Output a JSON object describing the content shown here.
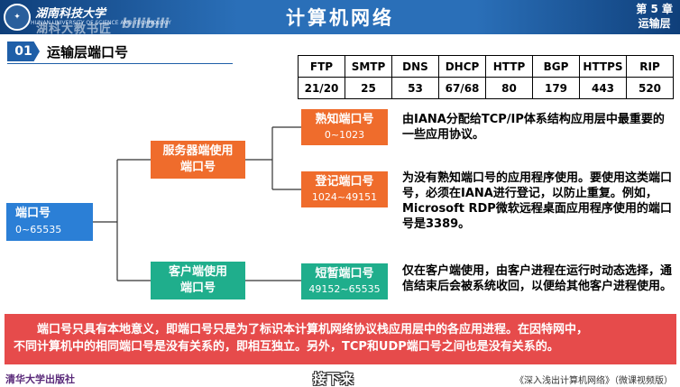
{
  "header": {
    "university": "湖南科技大学",
    "university_sub": "HUNAN UNIVERSITY OF SCIENCE AND TECHNOLOGY",
    "watermark": "湖科大教书匠",
    "bilibili": "bilibili",
    "title": "计算机网络",
    "chapter": "第 5 章",
    "chapter_name": "运输层"
  },
  "section": {
    "number": "01",
    "title": "运输层端口号"
  },
  "ports_table": {
    "protocols": [
      "FTP",
      "SMTP",
      "DNS",
      "DHCP",
      "HTTP",
      "BGP",
      "HTTPS",
      "RIP"
    ],
    "ports": [
      "21/20",
      "25",
      "53",
      "67/68",
      "80",
      "179",
      "443",
      "520"
    ]
  },
  "tree": {
    "root": {
      "label": "端口号",
      "range": "0~65535"
    },
    "server": {
      "label_line1": "服务器端使用",
      "label_line2": "端口号"
    },
    "client": {
      "label_line1": "客户端使用",
      "label_line2": "端口号"
    },
    "well_known": {
      "label": "熟知端口号",
      "range": "0~1023",
      "desc": "由IANA分配给TCP/IP体系结构应用层中最重要的一些应用协议。"
    },
    "registered": {
      "label": "登记端口号",
      "range": "1024~49151",
      "desc": "为没有熟知端口号的应用程序使用。要使用这类端口号，必须在IANA进行登记，以防止重复。例如，Microsoft RDP微软远程桌面应用程序使用的端口号是3389。"
    },
    "ephemeral": {
      "label": "短暂端口号",
      "range": "49152~65535",
      "desc": "仅在客户端使用，由客户进程在运行时动态选择，通信结束后会被系统收回，以便给其他客户进程使用。"
    }
  },
  "summary": {
    "line1": "端口号只具有本地意义，即端口号只是为了标识本计算机网络协议栈应用层中的各应用进程。在因特网中，",
    "line2": "不同计算机中的相同端口号是没有关系的，即相互独立。另外，TCP和UDP端口号之间也是没有关系的。"
  },
  "footer": {
    "publisher": "清华大学出版社",
    "next_label": "接下来",
    "book": "《深入浅出计算机网络》（微课视频版）"
  },
  "colors": {
    "header_blue": "#2a6fb8",
    "root_blue": "#2b7fd6",
    "orange": "#ef6c2c",
    "green": "#1fae8c",
    "summary_red": "#e64b4b"
  }
}
